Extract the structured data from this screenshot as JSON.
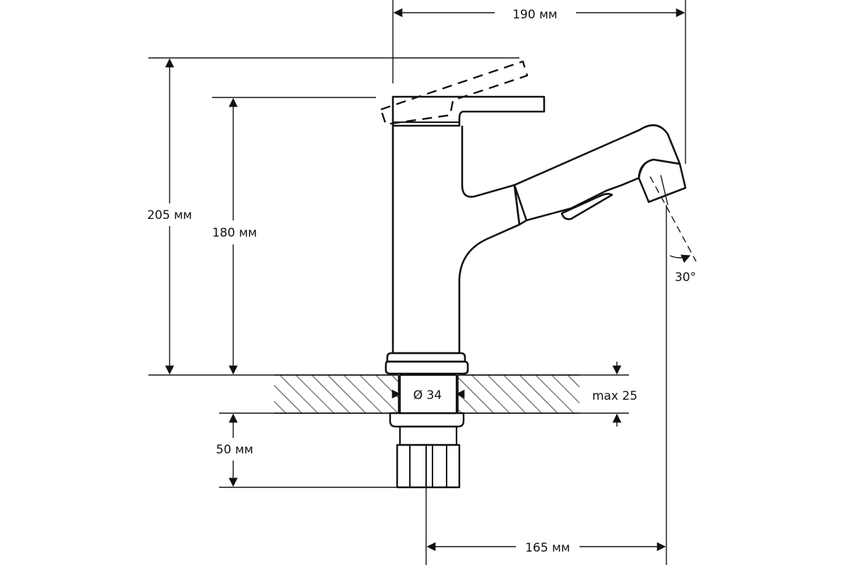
{
  "dimensions": {
    "total_width": "190 мм",
    "total_height": "205 мм",
    "spout_height": "180 мм",
    "shank_length": "50 мм",
    "reach": "165 мм",
    "hole_diameter": "Ø 34",
    "max_thickness": "max 25",
    "swivel_angle": "30°"
  },
  "colors": {
    "line": "#111111",
    "background": "#ffffff"
  }
}
